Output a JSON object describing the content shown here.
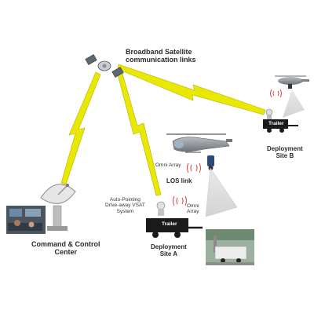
{
  "labels": {
    "satellite_links": "Broadband Satellite\ncommunication links",
    "command_center": "Command & Control\nCenter",
    "deployment_a": "Deployment\nSite A",
    "deployment_b": "Deployment\nSite B",
    "vsat": "Auto-Pointing\nDrive-away VSAT\nSystem",
    "los_link": "LOS link",
    "omni_array_top": "Omni Array",
    "omni_array_bottom": "Omni\nArray",
    "trailer_a": "Trailer",
    "trailer_b": "Trailer"
  },
  "colors": {
    "link_yellow": "#e8e800",
    "link_outline": "#b5b000",
    "signal_red": "#d94040",
    "text": "#2a2a2a",
    "trailer": "#1a1a1a",
    "helicopter": "#8a8f94",
    "beam": "#d8d8d8"
  }
}
